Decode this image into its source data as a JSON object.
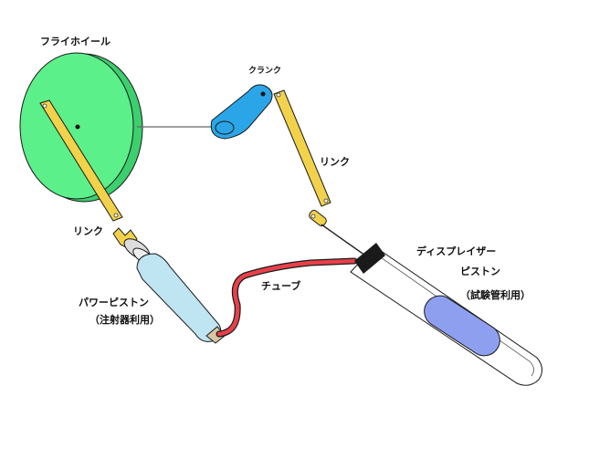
{
  "labels": {
    "flywheel": "フライホイール",
    "crank": "クランク",
    "link_left": "リンク",
    "link_right": "リンク",
    "power_piston": "パワーピストン",
    "power_piston_note": "（注射器利用）",
    "tube": "チューブ",
    "displacer": "ディスプレイザー",
    "displacer_piston": "ピストン",
    "displacer_note": "（試験管利用）"
  },
  "colors": {
    "flywheel": "#5cf08a",
    "crank": "#2aa6e8",
    "link": "#f2d24a",
    "link_edge": "#c9a21a",
    "syringe": "#bfe4f2",
    "syringe_tip": "#d8c6a4",
    "tube": "#e8404a",
    "displacer_piston": "#8f9ff0",
    "outline": "#1a1a1a",
    "cap": "#1a1a1a"
  }
}
